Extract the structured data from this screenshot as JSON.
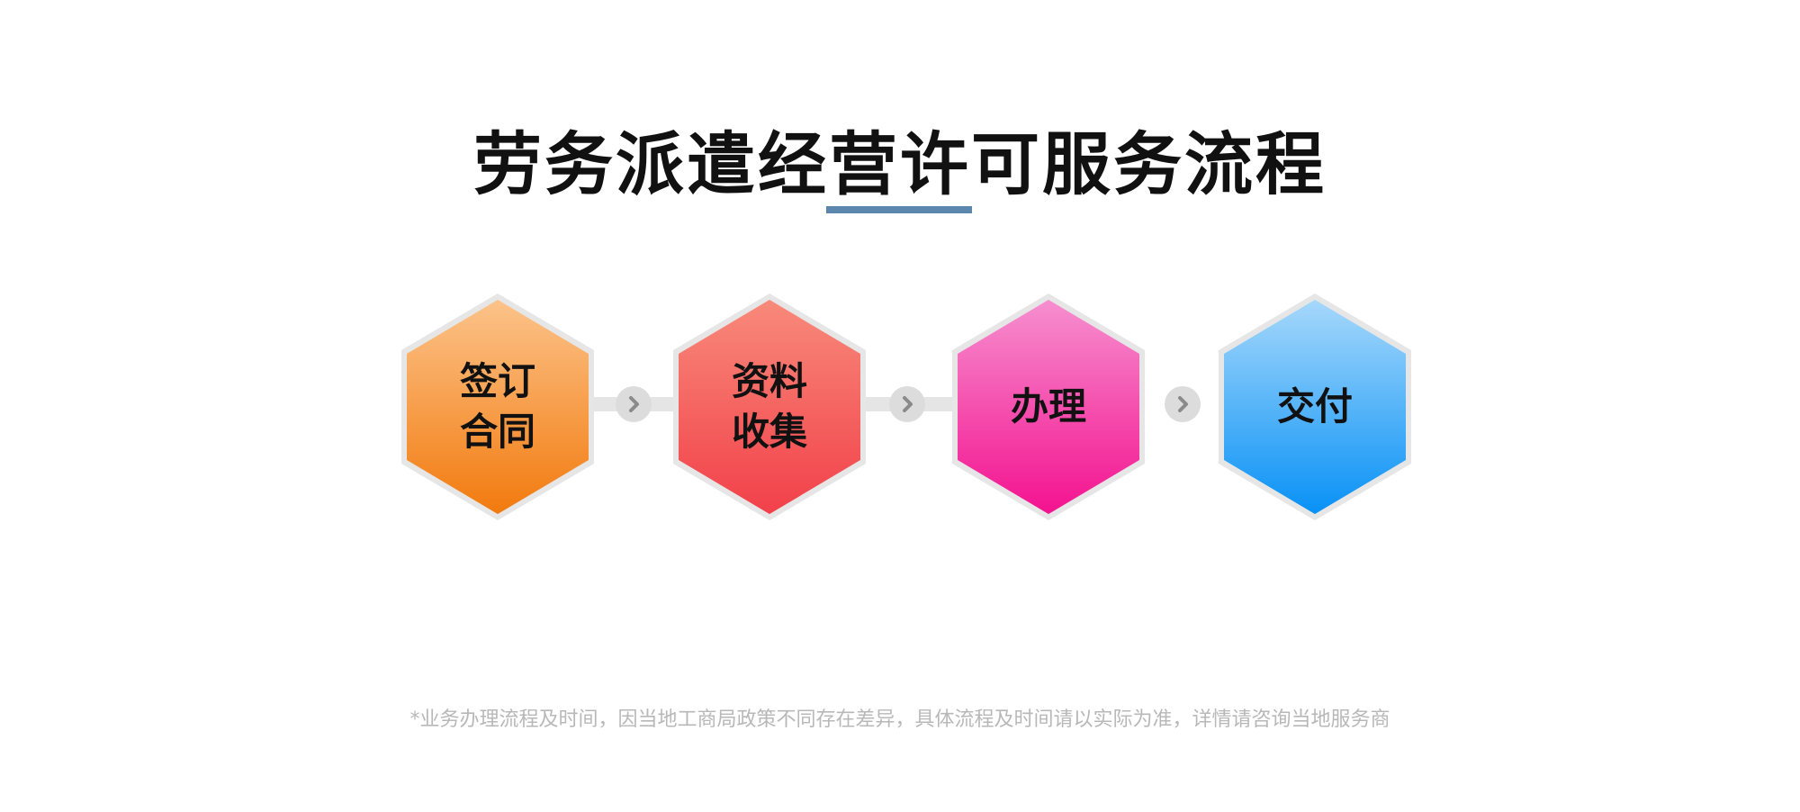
{
  "title": "劳务派遣经营许可服务流程",
  "accent_color": "#5b86ad",
  "steps": [
    {
      "label": "签订\n合同",
      "color_top": "#fcc38a",
      "color_bottom": "#f27a0e"
    },
    {
      "label": "资料\n收集",
      "color_top": "#f88a7a",
      "color_bottom": "#f2404a"
    },
    {
      "label": "办理",
      "color_top": "#f68fcf",
      "color_bottom": "#f4128f"
    },
    {
      "label": "交付",
      "color_top": "#a6d8fb",
      "color_bottom": "#0891f6"
    }
  ],
  "arrow_icon": "chevron-right-icon",
  "footnote": "*业务办理流程及时间，因当地工商局政策不同存在差异，具体流程及时间请以实际为准，详情请咨询当地服务商"
}
